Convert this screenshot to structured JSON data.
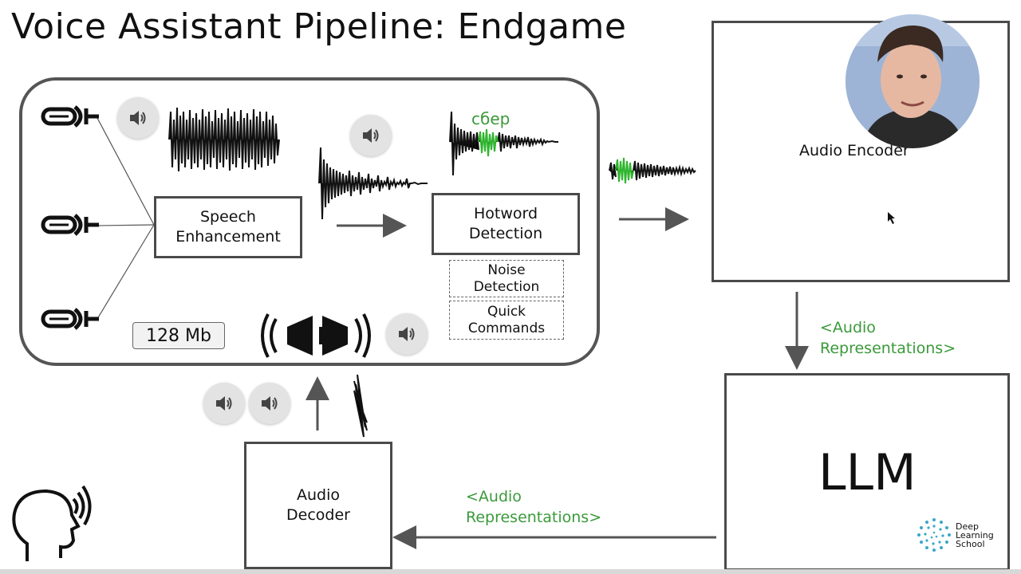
{
  "title": "Voice Assistant Pipeline: Endgame",
  "device": {
    "speech_enhancement": [
      "Speech",
      "Enhancement"
    ],
    "hotword_detection": [
      "Hotword",
      "Detection"
    ],
    "noise_detection": [
      "Noise",
      "Detection"
    ],
    "quick_commands": [
      "Quick",
      "Commands"
    ],
    "hotword_word": "сбер",
    "memory": "128 Mb"
  },
  "audio_encoder": "Audio Encoder",
  "audio_repr_1": [
    "<Audio",
    "Representations>"
  ],
  "llm": "LLM",
  "audio_repr_2": [
    "<Audio",
    "Representations>"
  ],
  "audio_decoder": [
    "Audio",
    "Decoder"
  ],
  "logo": {
    "lines": [
      "Deep",
      "Learning",
      "School"
    ]
  },
  "colors": {
    "accent_green": "#3a9a3a",
    "box_border": "#4a4a4a",
    "arrow": "#555555"
  },
  "icons": [
    "microphone-icon",
    "speaker-icon",
    "waveform-icon",
    "talking-head-icon",
    "logo-icon"
  ]
}
